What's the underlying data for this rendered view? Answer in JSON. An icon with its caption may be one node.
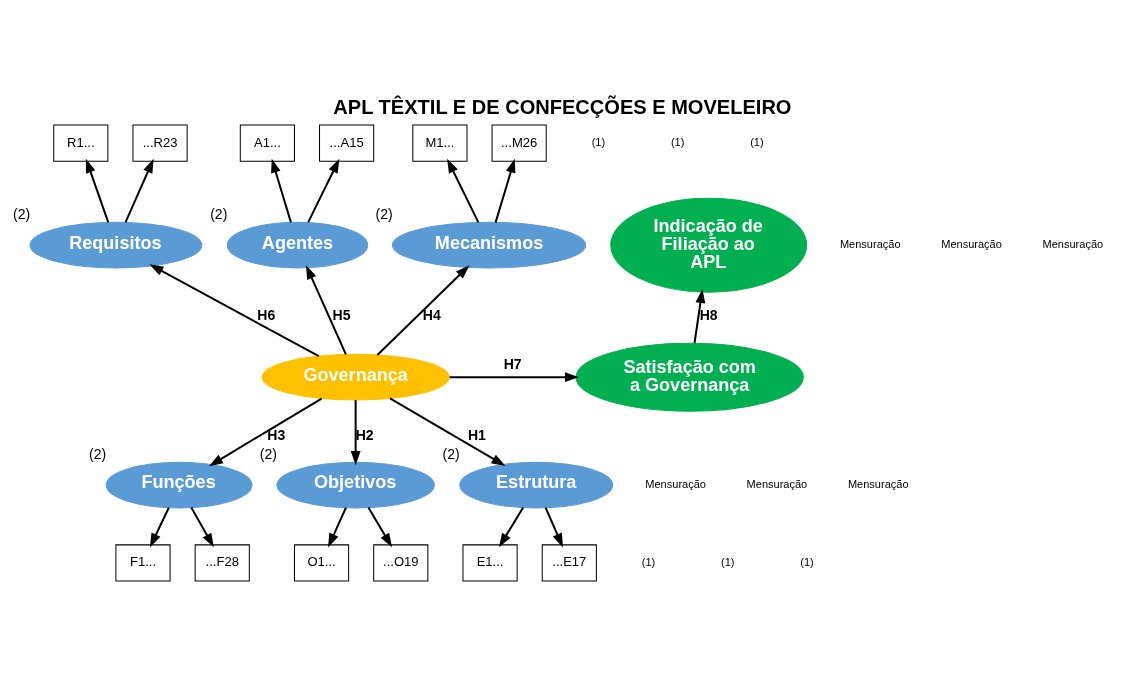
{
  "diagram": {
    "title": "APL TÊXTIL E DE CONFECÇÕES E MOVELEIRO",
    "nodes": [
      {
        "text": [
          "Governança"
        ]
      },
      {
        "text": [
          "Requisitos"
        ],
        "beside": [
          "(2)"
        ]
      },
      {
        "text": [
          "Agentes"
        ],
        "beside": [
          "(2)"
        ]
      },
      {
        "text": [
          "Mecanismos"
        ],
        "beside": [
          "(2)"
        ]
      },
      {
        "text": [
          "Indicação de Filiação ao APL"
        ]
      },
      {
        "text": [
          "Satisfação com a Governança"
        ]
      },
      {
        "text": [
          "Funções"
        ],
        "beside": [
          "(2)"
        ]
      },
      {
        "text": [
          "Objetivos"
        ],
        "beside": [
          "(2)"
        ]
      },
      {
        "text": [
          "Estrutura"
        ],
        "beside": [
          "(2)"
        ]
      },
      {
        "text": [
          "R1..."
        ]
      },
      {
        "text": [
          "...R23"
        ]
      },
      {
        "text": [
          "A1..."
        ]
      },
      {
        "text": [
          "...A15"
        ]
      },
      {
        "text": [
          "M1..."
        ]
      },
      {
        "text": [
          "...M26"
        ]
      },
      {
        "text": [
          "F1..."
        ]
      },
      {
        "text": [
          "...F28"
        ]
      },
      {
        "text": [
          "O1..."
        ]
      },
      {
        "text": [
          "...O19"
        ]
      },
      {
        "text": [
          "E1..."
        ]
      },
      {
        "text": [
          "...E17"
        ]
      }
    ],
    "edges": [
      {
        "from": 0,
        "to": 1,
        "arrow": "to",
        "label": "H6"
      },
      {
        "from": 0,
        "to": 2,
        "arrow": "to",
        "label": "H5"
      },
      {
        "from": 0,
        "to": 3,
        "arrow": "to",
        "label": "H4"
      },
      {
        "from": 0,
        "to": 5,
        "arrow": "to",
        "label": "H7"
      },
      {
        "from": 5,
        "to": 4,
        "arrow": "to",
        "label": "H8"
      },
      {
        "from": 0,
        "to": 6,
        "arrow": "to",
        "label": "H3"
      },
      {
        "from": 0,
        "to": 7,
        "arrow": "to",
        "label": "H2"
      },
      {
        "from": 0,
        "to": 8,
        "arrow": "to",
        "label": "H1"
      },
      {
        "from": 1,
        "to": 9,
        "arrow": "to"
      },
      {
        "from": 1,
        "to": 10,
        "arrow": "to"
      },
      {
        "from": 2,
        "to": 11,
        "arrow": "to"
      },
      {
        "from": 2,
        "to": 12,
        "arrow": "to"
      },
      {
        "from": 3,
        "to": 13,
        "arrow": "to"
      },
      {
        "from": 3,
        "to": 14,
        "arrow": "to"
      },
      {
        "from": 6,
        "to": 15,
        "arrow": "to"
      },
      {
        "from": 6,
        "to": 16,
        "arrow": "to"
      },
      {
        "from": 7,
        "to": 17,
        "arrow": "to"
      },
      {
        "from": 7,
        "to": 18,
        "arrow": "to"
      },
      {
        "from": 8,
        "to": 19,
        "arrow": "to"
      },
      {
        "from": 8,
        "to": 20,
        "arrow": "to"
      }
    ],
    "labels": [
      "(1)",
      "(1)",
      "(1)",
      "Mensuração",
      "Mensuração",
      "Mensuração",
      "Mensuração",
      "Mensuração",
      "Mensuração",
      "(1)",
      "(1)",
      "(1)"
    ]
  }
}
